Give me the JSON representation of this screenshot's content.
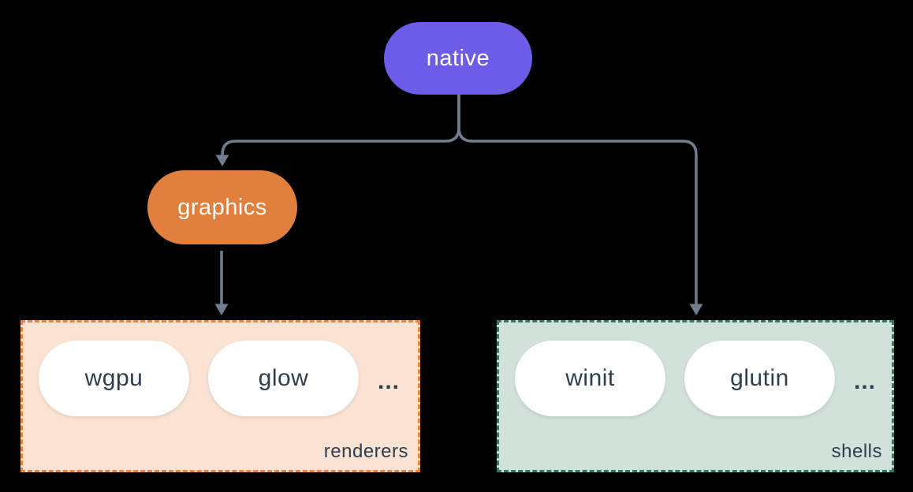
{
  "colors": {
    "background": "#000000",
    "connector": "#6f7d8c",
    "node_text": "#ffffff",
    "pill_bg": "#ffffff",
    "pill_text": "#2e3e4e",
    "label_text": "#2e3e4e"
  },
  "nodes": {
    "native": {
      "label": "native",
      "bg": "#6c5ce7"
    },
    "graphics": {
      "label": "graphics",
      "bg": "#e0803c"
    }
  },
  "groups": {
    "renderers": {
      "label": "renderers",
      "bg": "#fae3d3",
      "border": "#e8843c",
      "items": [
        "wgpu",
        "glow"
      ],
      "ellipsis": "..."
    },
    "shells": {
      "label": "shells",
      "bg": "#d2e1da",
      "border": "#2a7c68",
      "items": [
        "winit",
        "glutin"
      ],
      "ellipsis": "..."
    }
  },
  "edges": [
    {
      "from": "native",
      "to": "graphics"
    },
    {
      "from": "native",
      "to": "shells"
    },
    {
      "from": "graphics",
      "to": "renderers"
    }
  ]
}
